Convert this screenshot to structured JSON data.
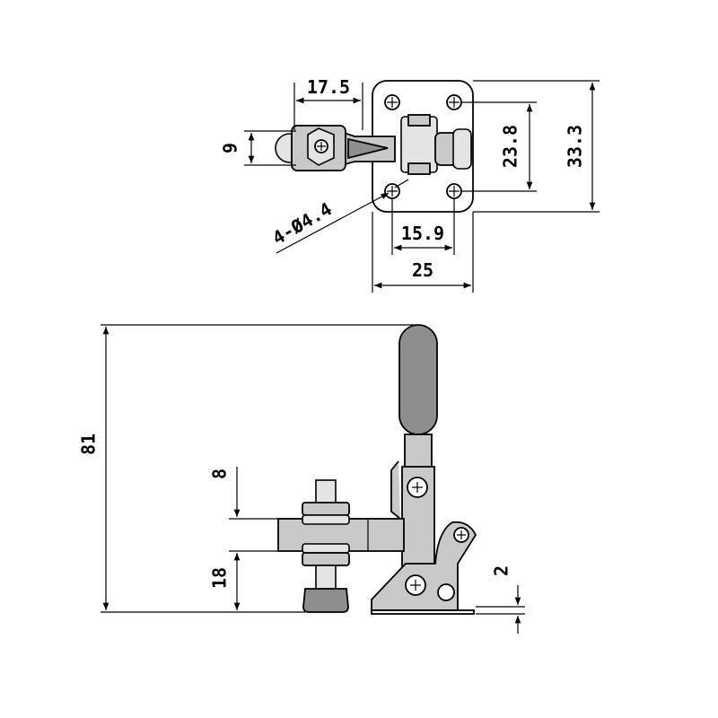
{
  "dimensions": {
    "top_width": "17.5",
    "top_height": "9",
    "hole_spacing_v": "23.8",
    "base_height": "33.3",
    "hole_label": "4-Ø4.4",
    "hole_spacing_h": "15.9",
    "base_width": "25",
    "total_height": "81",
    "arm_top": "8",
    "arm_bottom": "18",
    "base_thickness": "2"
  },
  "colors": {
    "metal": "#c9c9c9",
    "handle": "#8e8e8e",
    "line": "#000000"
  }
}
